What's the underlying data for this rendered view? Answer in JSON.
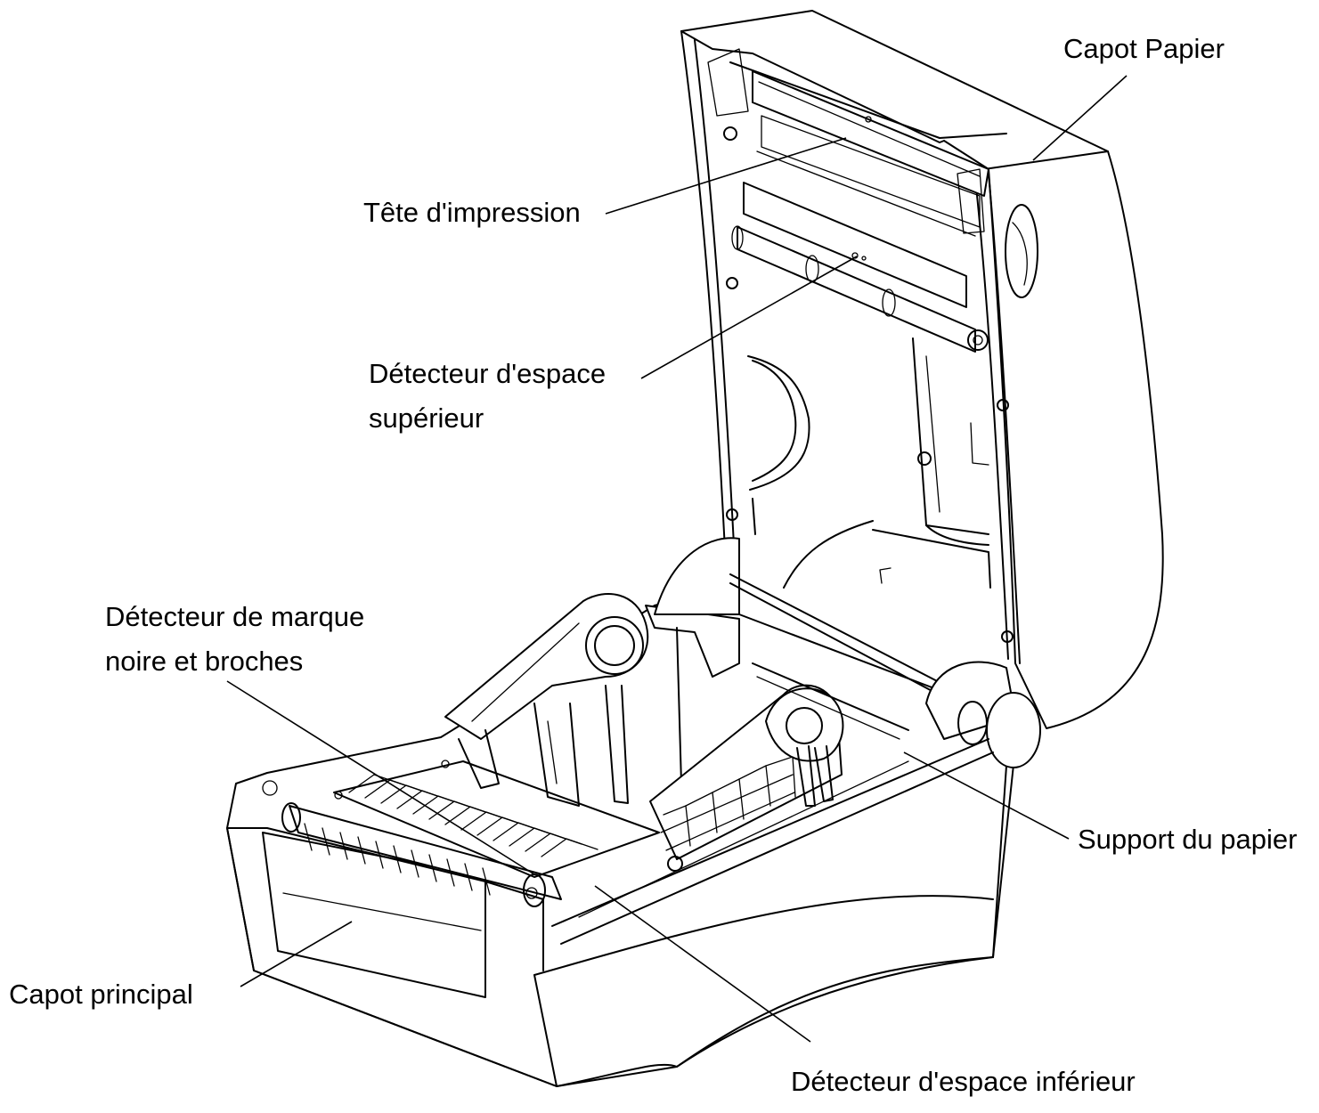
{
  "labels": {
    "capot_papier": "Capot Papier",
    "tete_impression": "Tête d'impression",
    "detecteur_superieur_1": "Détecteur d'espace",
    "detecteur_superieur_2": "supérieur",
    "detecteur_marque_1": "Détecteur de marque",
    "detecteur_marque_2": "noire et broches",
    "support_papier": "Support du papier",
    "capot_principal": "Capot principal",
    "detecteur_inferieur": "Détecteur d'espace inférieur"
  }
}
